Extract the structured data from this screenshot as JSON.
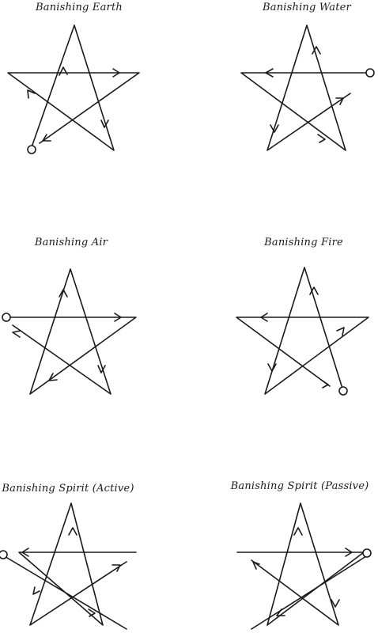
{
  "diagrams": [
    {
      "title": "Banishing Earth"
    },
    {
      "title": "Banishing Water"
    },
    {
      "title": "Banishing Air"
    },
    {
      "title": "Banishing Fire"
    },
    {
      "title": "Banishing Spirit (Active)"
    },
    {
      "title": "Banishing Spirit (Passive)"
    }
  ]
}
